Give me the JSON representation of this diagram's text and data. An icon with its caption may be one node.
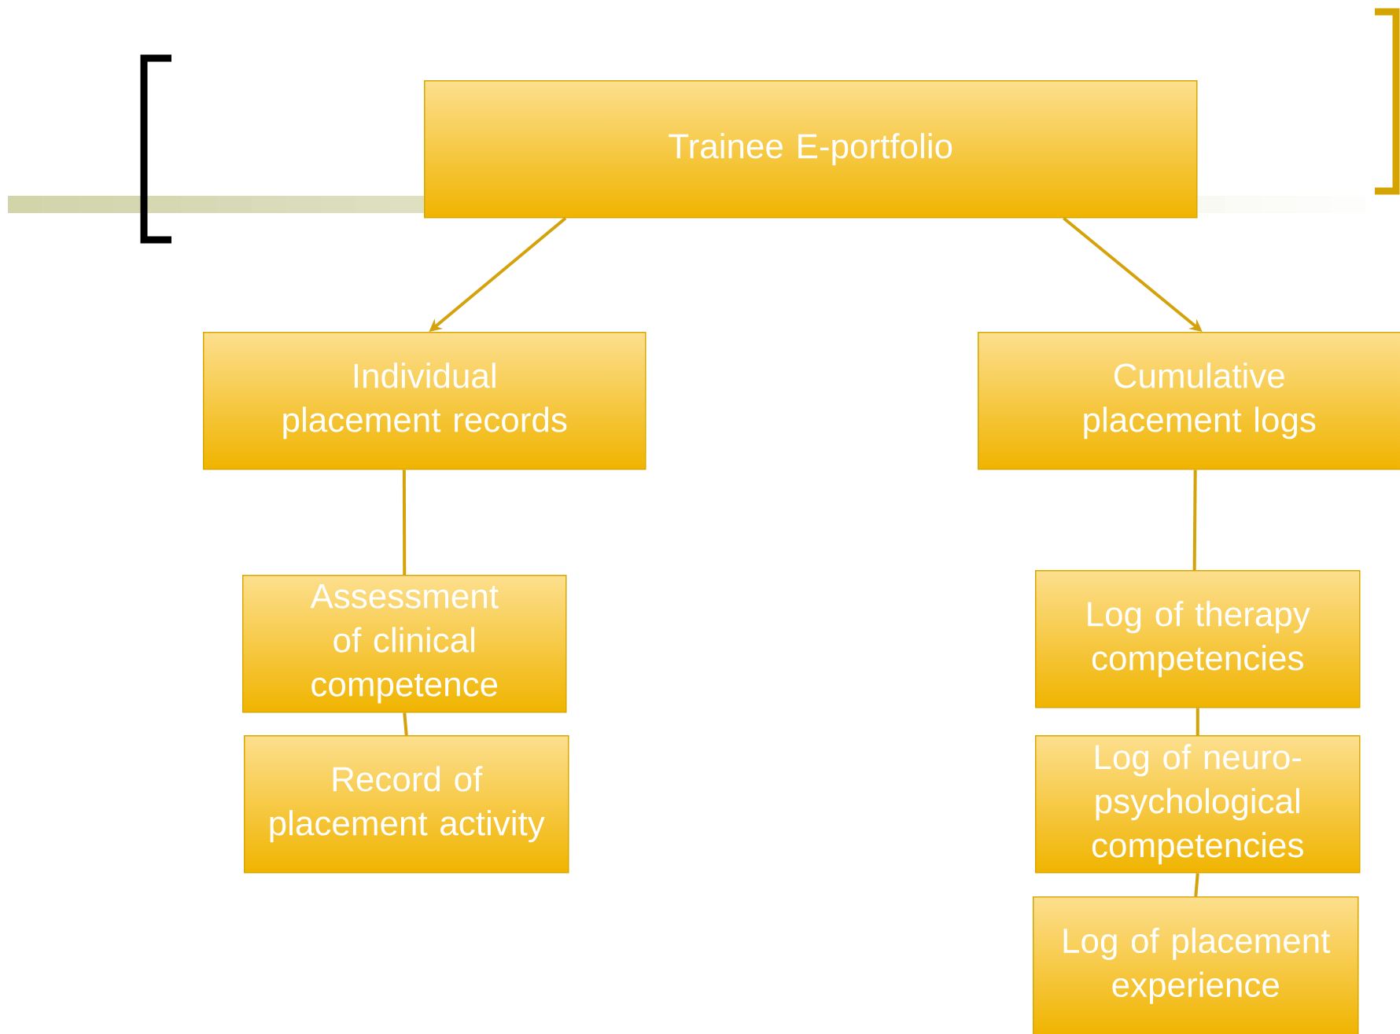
{
  "diagram": {
    "nodes": [
      {
        "text": [
          "Trainee E-portfolio"
        ]
      },
      {
        "text": [
          "Individual placement records"
        ]
      },
      {
        "text": [
          "Cumulative placement logs"
        ]
      },
      {
        "text": [
          "Assessment of clinical competence"
        ]
      },
      {
        "text": [
          "Record of placement activity"
        ]
      },
      {
        "text": [
          "Log of therapy competencies"
        ]
      },
      {
        "text": [
          "Log of neuro-psychological competencies"
        ]
      },
      {
        "text": [
          "Log of placement experience"
        ]
      }
    ],
    "edges": [
      {
        "from": 0,
        "to": 1,
        "arrow": "to"
      },
      {
        "from": 0,
        "to": 2,
        "arrow": "to"
      },
      {
        "from": 1,
        "to": 3,
        "arrow": "none"
      },
      {
        "from": 3,
        "to": 4,
        "arrow": "none"
      },
      {
        "from": 2,
        "to": 5,
        "arrow": "none"
      },
      {
        "from": 5,
        "to": 6,
        "arrow": "none"
      },
      {
        "from": 6,
        "to": 7,
        "arrow": "none"
      }
    ]
  }
}
